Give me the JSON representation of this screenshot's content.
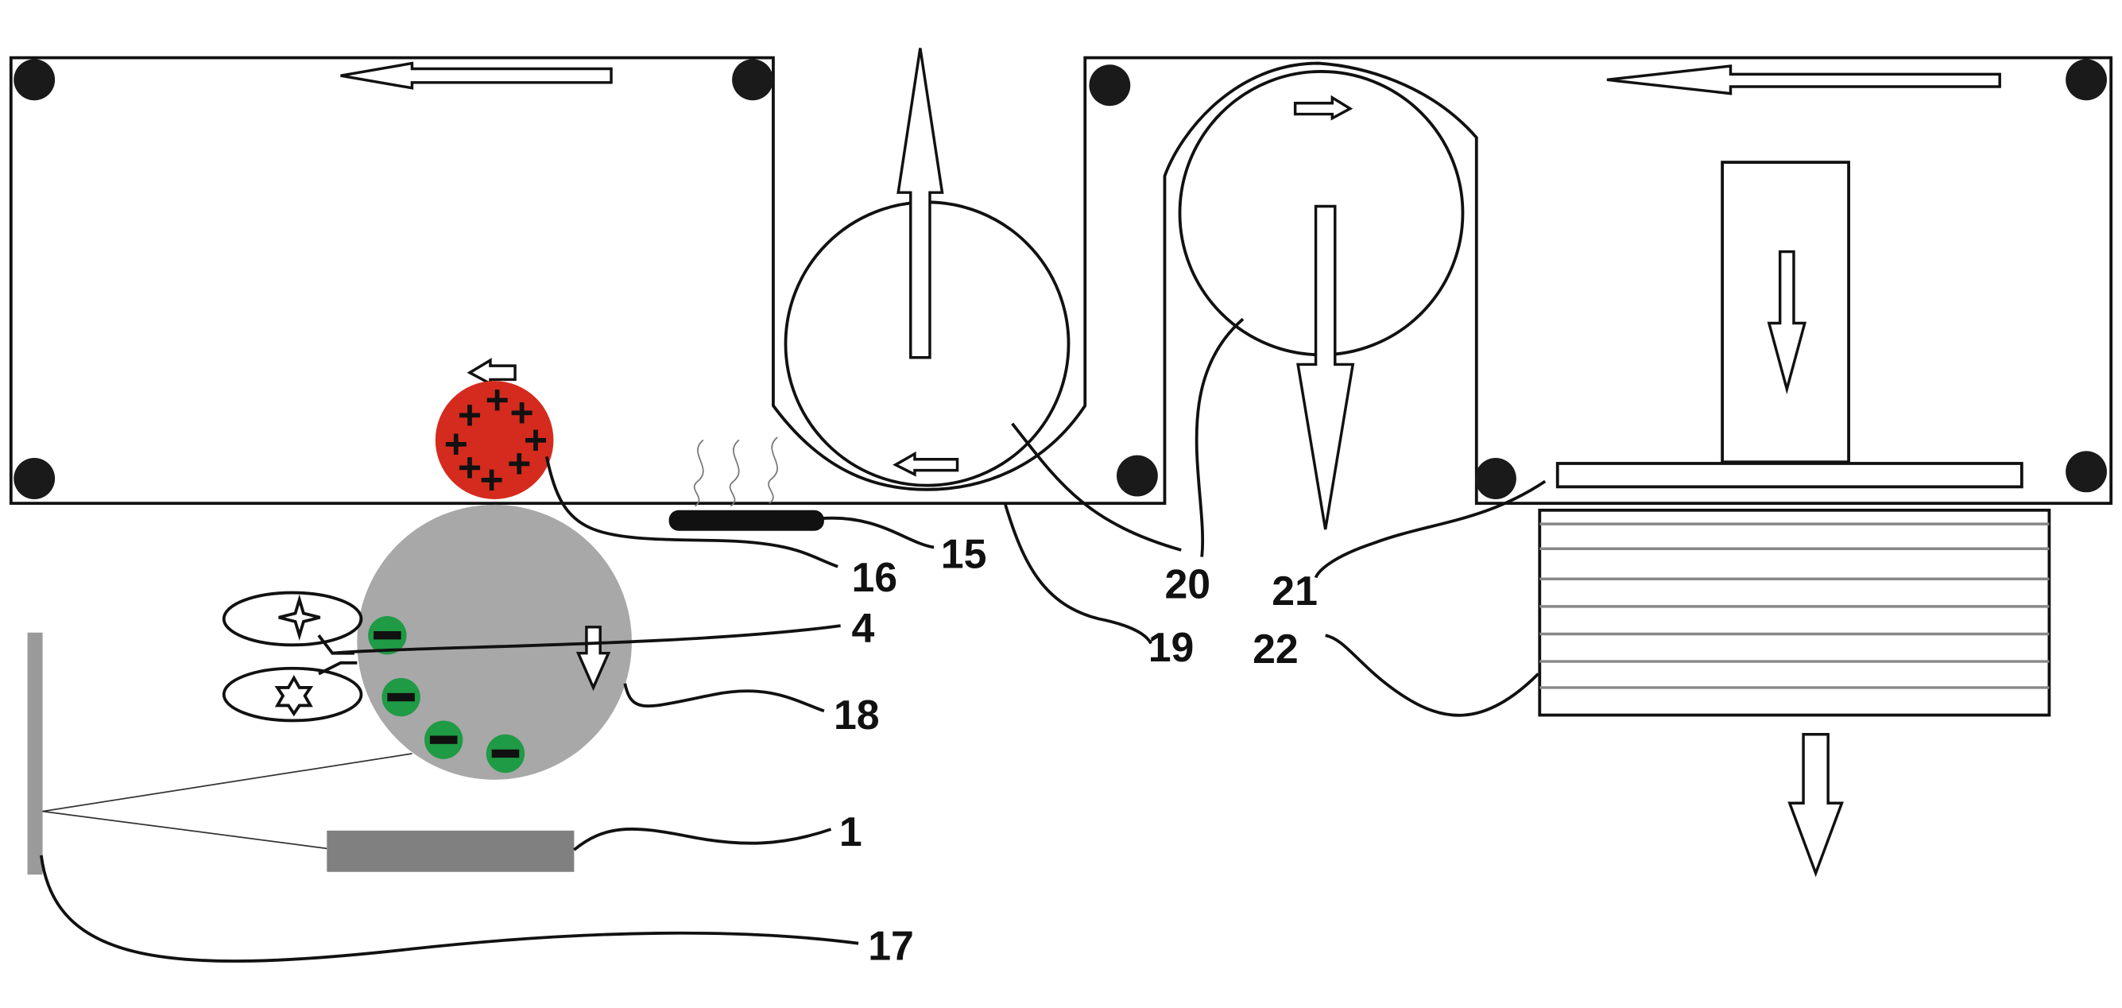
{
  "labels": {
    "l16": "16",
    "l15": "15",
    "l20": "20",
    "l21": "21",
    "l4": "4",
    "l19": "19",
    "l22": "22",
    "l18": "18",
    "l1": "1",
    "l17": "17"
  },
  "symbols": {
    "positive_charge": "+",
    "negative_charge": "−"
  },
  "colors": {
    "charged_roller": "#d52b1e",
    "drum": "#a8a8a8",
    "negative_particle": "#1f9a45",
    "plate": "#808080",
    "bar": "#9a9a9a",
    "heater": "#111111"
  }
}
